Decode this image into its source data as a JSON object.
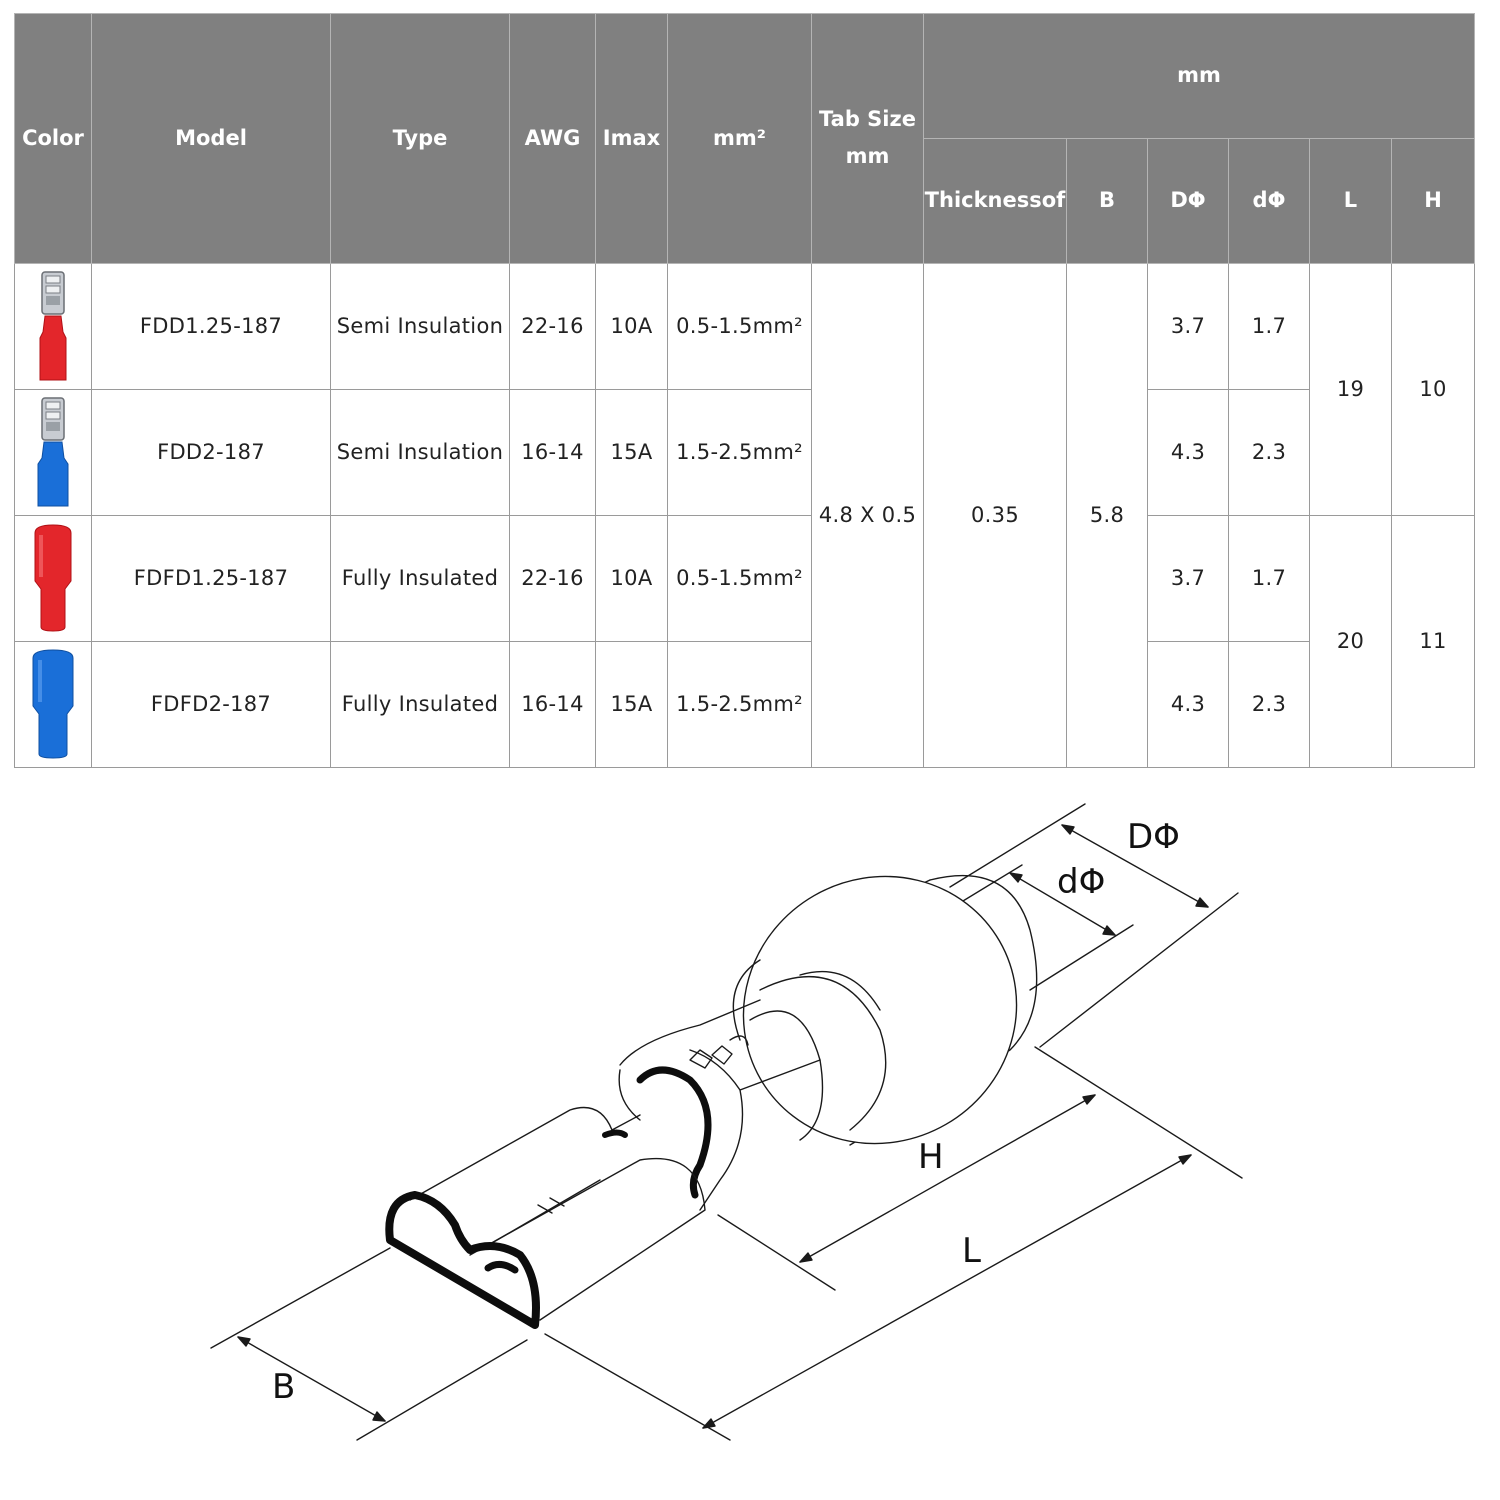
{
  "table": {
    "headers": {
      "color": "Color",
      "model": "Model",
      "type": "Type",
      "awg": "AWG",
      "imax": "Imax",
      "mm2": "mm²",
      "tab_size": [
        "Tab Size",
        "mm"
      ],
      "mm_group": "mm",
      "thickness": "Thicknessof",
      "b": "B",
      "d_outer": "DΦ",
      "d_inner": "dΦ",
      "l": "L",
      "h": "H"
    },
    "rows": [
      {
        "color": "red",
        "style": "semi",
        "model": "FDD1.25-187",
        "type": "Semi Insulation",
        "awg": "22-16",
        "imax": "10A",
        "mm2": "0.5-1.5mm²",
        "d_outer": "3.7",
        "d_inner": "1.7"
      },
      {
        "color": "blue",
        "style": "semi",
        "model": "FDD2-187",
        "type": "Semi Insulation",
        "awg": "16-14",
        "imax": "15A",
        "mm2": "1.5-2.5mm²",
        "d_outer": "4.3",
        "d_inner": "2.3"
      },
      {
        "color": "red",
        "style": "full",
        "model": "FDFD1.25-187",
        "type": "Fully Insulated",
        "awg": "22-16",
        "imax": "10A",
        "mm2": "0.5-1.5mm²",
        "d_outer": "3.7",
        "d_inner": "1.7"
      },
      {
        "color": "blue",
        "style": "full",
        "model": "FDFD2-187",
        "type": "Fully Insulated",
        "awg": "16-14",
        "imax": "15A",
        "mm2": "1.5-2.5mm²",
        "d_outer": "4.3",
        "d_inner": "2.3"
      }
    ],
    "shared": {
      "tab_size": "4.8 X 0.5",
      "thickness": "0.35",
      "b": "5.8"
    },
    "groups": [
      {
        "l": "19",
        "h": "10"
      },
      {
        "l": "20",
        "h": "11"
      }
    ]
  },
  "diagram": {
    "labels": {
      "d_outer": "DΦ",
      "d_inner": "dΦ",
      "h": "H",
      "l": "L",
      "b": "B"
    }
  },
  "colors": {
    "header_bg": "#808080",
    "red": "#e3262b",
    "blue": "#1a6fd8",
    "metal": "#c8ccd2"
  }
}
